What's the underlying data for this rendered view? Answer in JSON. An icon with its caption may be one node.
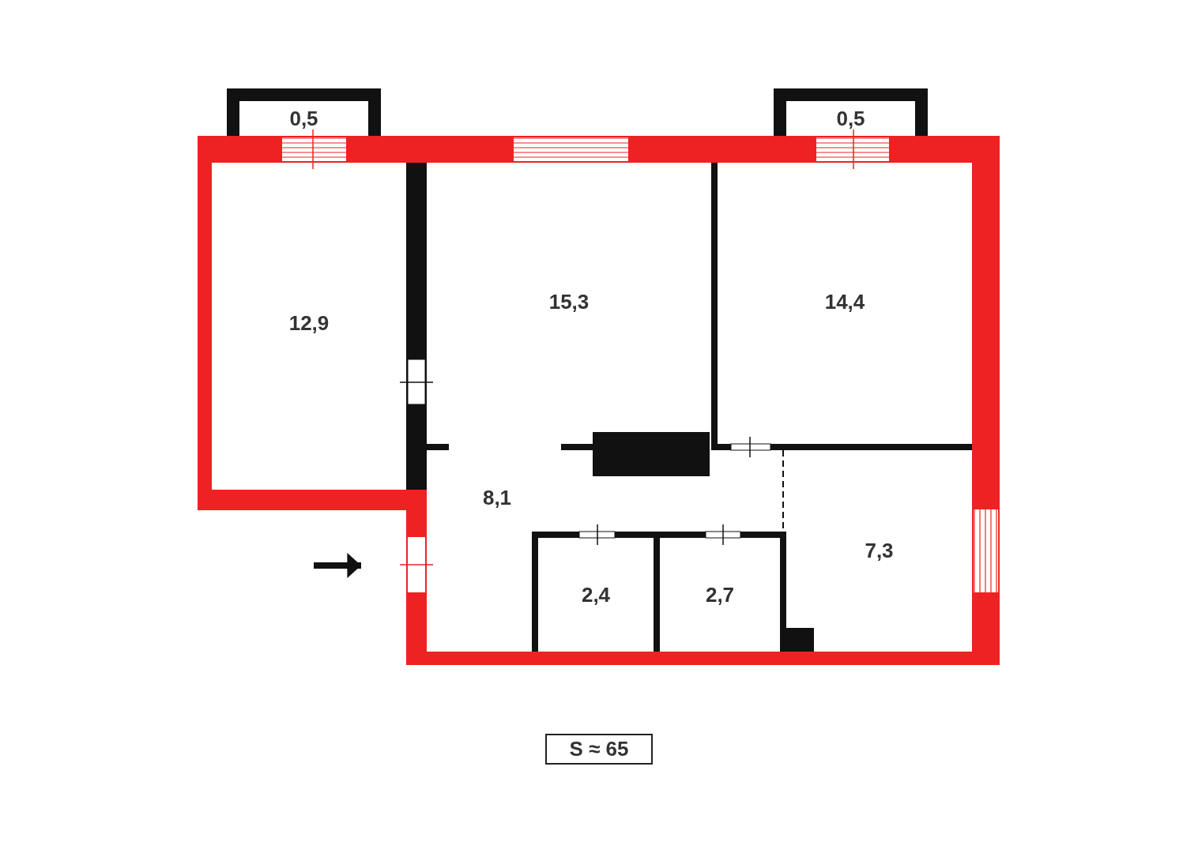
{
  "diagram": {
    "nodes": [
      {
        "text": [
          "0,5"
        ]
      },
      {
        "text": [
          "0,5"
        ]
      },
      {
        "text": [
          "12,9"
        ]
      },
      {
        "text": [
          "15,3"
        ]
      },
      {
        "text": [
          "14,4"
        ]
      },
      {
        "text": [
          "8,1"
        ]
      },
      {
        "text": [
          "2,4"
        ]
      },
      {
        "text": [
          "2,7"
        ]
      },
      {
        "text": [
          "7,3"
        ]
      },
      {
        "text": [
          "S ≈ 65"
        ]
      }
    ]
  }
}
